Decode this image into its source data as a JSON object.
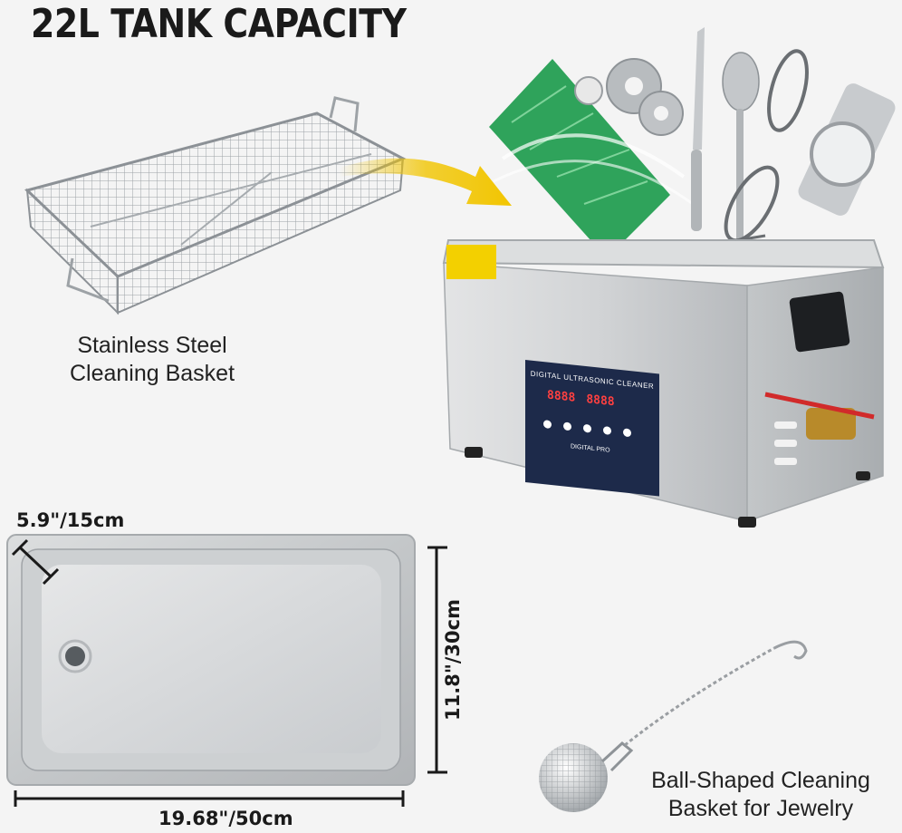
{
  "title": "22L TANK CAPACITY",
  "basket_caption": {
    "line1": "Stainless Steel",
    "line2": "Cleaning Basket"
  },
  "jewelry_caption": {
    "line1": "Ball-Shaped Cleaning",
    "line2": "Basket for Jewelry"
  },
  "dimensions": {
    "depth": "5.9\"/15cm",
    "width": "11.8\"/30cm",
    "length": "19.68\"/50cm"
  },
  "control_panel": {
    "label": "DIGITAL ULTRASONIC CLEANER",
    "readout": "8888",
    "brand": "DIGITAL PRO"
  },
  "colors": {
    "arrow": "#f2c500",
    "steel": "#c9cbcd",
    "panel": "#1d2a4a",
    "pcb": "#2fa35b",
    "warning": "#f3d000"
  }
}
